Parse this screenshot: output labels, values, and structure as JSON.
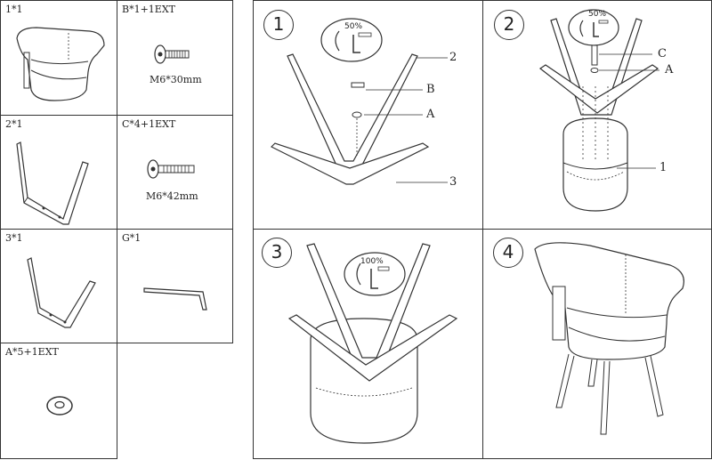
{
  "parts": [
    {
      "code": "1*1"
    },
    {
      "code": "B*1+1EXT",
      "spec": "M6*30mm"
    },
    {
      "code": "2*1"
    },
    {
      "code": "C*4+1EXT",
      "spec": "M6*42mm"
    },
    {
      "code": "3*1"
    },
    {
      "code": "G*1"
    },
    {
      "code": "A*5+1EXT"
    }
  ],
  "steps": [
    {
      "number": "1",
      "torque": "50%",
      "callouts": [
        "2",
        "B",
        "A",
        "3"
      ]
    },
    {
      "number": "2",
      "torque": "50%",
      "callouts": [
        "C",
        "A",
        "1"
      ]
    },
    {
      "number": "3",
      "torque": "100%"
    },
    {
      "number": "4"
    }
  ]
}
